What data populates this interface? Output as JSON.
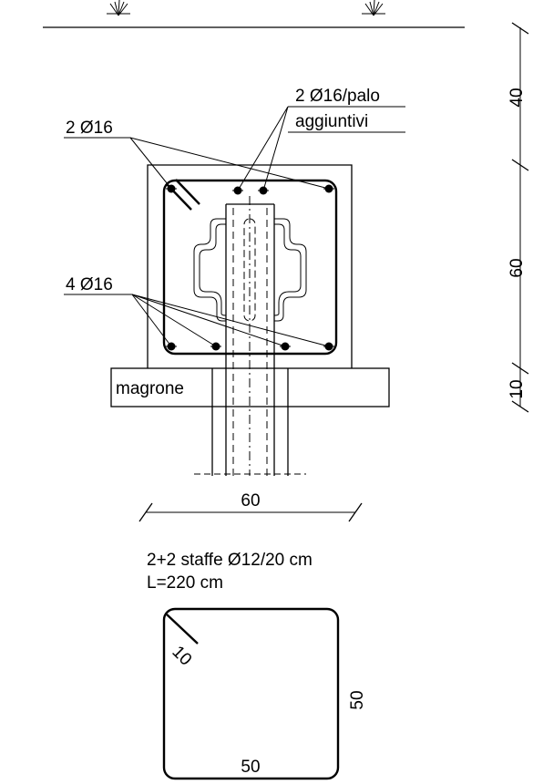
{
  "labels": {
    "top_bars": "2 Ø16",
    "extra_bars_line1": "2 Ø16/palo",
    "extra_bars_line2": "aggiuntivi",
    "bottom_bars": "4 Ø16",
    "lean_concrete": "magrone",
    "width_dim": "60"
  },
  "vertical_dims": {
    "top": "40",
    "middle": "60",
    "bottom": "10"
  },
  "stirrup": {
    "title": "2+2 staffe Ø12/20 cm",
    "length": "L=220 cm",
    "hook": "10",
    "side": "50",
    "base": "50"
  },
  "colors": {
    "line": "#000000",
    "background": "#ffffff"
  }
}
